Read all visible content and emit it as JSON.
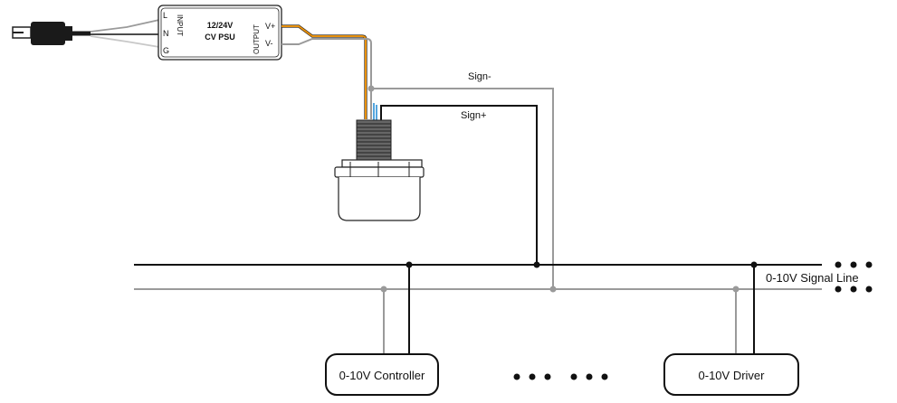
{
  "psu": {
    "title_line1": "12/24V",
    "title_line2": "CV PSU",
    "input_label": "INPUT",
    "output_label": "OUTPUT",
    "terminal_l": "L",
    "terminal_n": "N",
    "terminal_g": "G",
    "terminal_vplus": "V+",
    "terminal_vminus": "V-"
  },
  "wires": {
    "sign_minus": "Sign-",
    "sign_plus": "Sign+"
  },
  "bus": {
    "label": "0-10V Signal Line"
  },
  "devices": {
    "controller": "0-10V Controller",
    "driver": "0-10V Driver"
  },
  "colors": {
    "black_wire": "#111111",
    "gray_wire": "#9a9a9a",
    "orange_wire": "#e8900c",
    "blue_wire": "#2a8fd6"
  }
}
